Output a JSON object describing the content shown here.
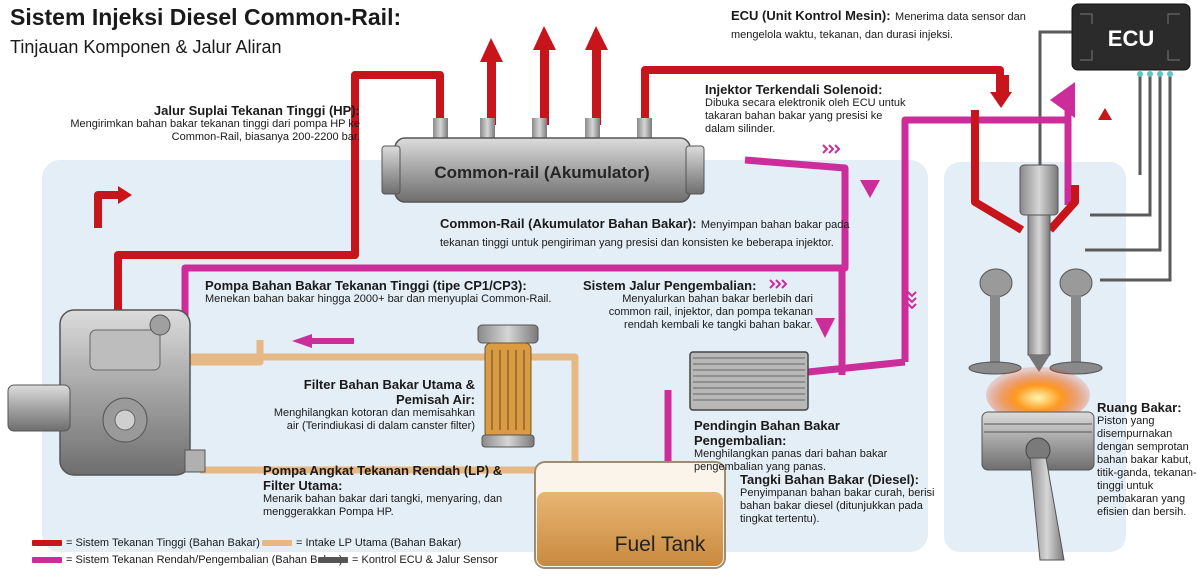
{
  "title": "Sistem Injeksi Diesel Common-Rail:",
  "subtitle": "Tinjauan Komponen & Jalur Aliran",
  "colors": {
    "high_pressure": "#c8141b",
    "low_pressure_return": "#cc2d9a",
    "intake": "#e6b883",
    "ecu_sensor": "#555555",
    "panel": "#e4eef7"
  },
  "components": {
    "rail_label": "Common-rail (Akumulator)",
    "ecu_label": "ECU",
    "tank_label": "Fuel Tank"
  },
  "annotations": {
    "hp_line": {
      "heading": "Jalur Suplai Tekanan Tinggi (HP):",
      "body": "Mengirimkan bahan bakar tekanan tinggi dari pompa HP ke Common-Rail, biasanya 200-2200 bar."
    },
    "ecu": {
      "heading": "ECU (Unit Kontrol Mesin):",
      "body": "Menerima data sensor dan mengelola waktu, tekanan, dan durasi injeksi."
    },
    "injector": {
      "heading": "Injektor Terkendali Solenoid:",
      "body": "Dibuka secara elektronik oleh ECU untuk takaran bahan bakar yang presisi ke dalam silinder."
    },
    "rail": {
      "heading": "Common-Rail (Akumulator Bahan Bakar):",
      "body": "Menyimpan bahan bakar pada tekanan tinggi untuk pengiriman yang presisi dan konsisten ke beberapa injektor."
    },
    "hp_pump": {
      "heading": "Pompa Bahan Bakar Tekanan Tinggi (tipe CP1/CP3):",
      "body": "Menekan bahan bakar hingga 2000+ bar dan menyuplai Common-Rail."
    },
    "return": {
      "heading": "Sistem Jalur Pengembalian:",
      "body": "Menyalurkan bahan bakar berlebih dari common rail, injektor, dan pompa tekanan rendah kembali ke tangki bahan bakar."
    },
    "filter": {
      "heading": "Filter Bahan Bakar Utama & Pemisah Air:",
      "body": "Menghilangkan kotoran dan memisahkan air (Terindiukasi di dalam canster filter)"
    },
    "cooler": {
      "heading": "Pendingin Bahan Bakar Pengembalian:",
      "body": "Menghilangkan panas dari bahan bakar pengembalian yang panas."
    },
    "lp_pump": {
      "heading": "Pompa Angkat Tekanan Rendah (LP) & Filter Utama:",
      "body": "Menarik bahan bakar dari tangki, menyaring, dan menggerakkan Pompa HP."
    },
    "tank": {
      "heading": "Tangki Bahan Bakar (Diesel):",
      "body": "Penyimpanan bahan bakar curah, berisi bahan bakar diesel (ditunjukkan pada tingkat tertentu)."
    },
    "chamber": {
      "heading": "Ruang Bakar:",
      "body": "Piston yang disempurnakan dengan semprotan bahan bakar kabut, titik-ganda, tekanan-tinggi untuk pembakaran yang efisien dan bersih."
    }
  },
  "legend": [
    {
      "label": "= Sistem Tekanan Tinggi (Bahan Bakar)",
      "color": "#c8141b"
    },
    {
      "label": "= Intake LP Utama (Bahan Bakar)",
      "color": "#e6b883"
    },
    {
      "label": "= Sistem Tekanan Rendah/Pengembalian (Bahan Bakar)",
      "color": "#cc2d9a"
    },
    {
      "label": "= Kontrol ECU & Jalur Sensor",
      "color": "#555555"
    }
  ]
}
